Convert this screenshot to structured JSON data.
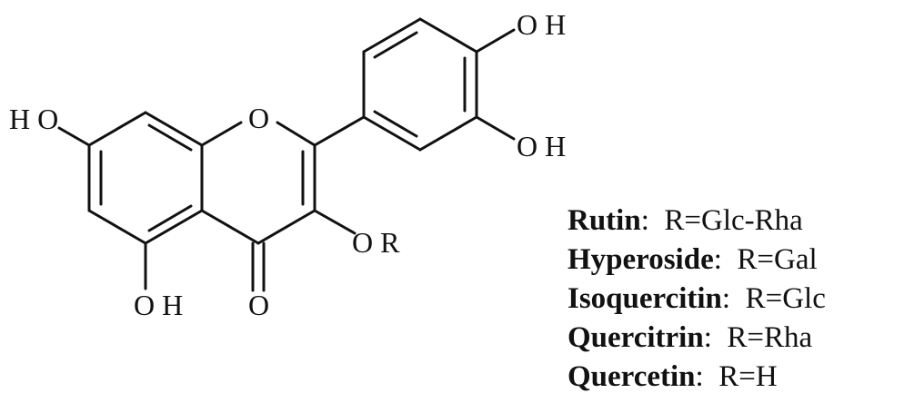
{
  "atoms": {
    "oh_7": "H O",
    "o_ring": "O",
    "o_carbonyl": "O",
    "oh_5": "O H",
    "or_3": "O R",
    "oh_3p": "O H",
    "oh_4p": "O H"
  },
  "legend": [
    {
      "compound": "Rutin",
      "substituent": "R=Glc-Rha"
    },
    {
      "compound": "Hyperoside",
      "substituent": "R=Gal"
    },
    {
      "compound": "Isoquercitin",
      "substituent": "R=Glc"
    },
    {
      "compound": "Quercitrin",
      "substituent": "R=Rha"
    },
    {
      "compound": "Quercetin",
      "substituent": "R=H"
    }
  ],
  "colors": {
    "ink": "#111111",
    "background": "#ffffff"
  }
}
